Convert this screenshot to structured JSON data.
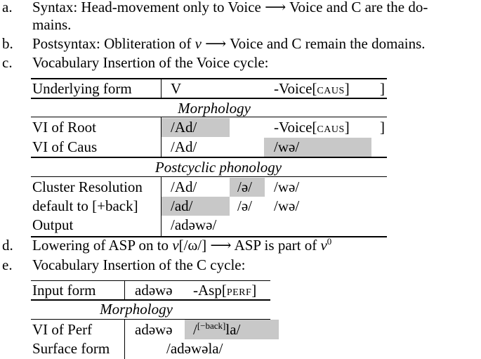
{
  "items": {
    "a": {
      "marker": "a.",
      "text1": "Syntax: Head-movement only to Voice ⟶ Voice and C are the do-",
      "text2": "mains."
    },
    "b": {
      "marker": "b.",
      "pre": "Postsyntax: Obliteration of ",
      "var": "v",
      "post": " ⟶ Voice and C remain the domains."
    },
    "c": {
      "marker": "c.",
      "text": "Vocabulary Insertion of the Voice cycle:"
    },
    "d": {
      "marker": "d.",
      "pre": "Lowering of ASP on to ",
      "var": "v",
      "mid": "[/ω/] ⟶ ASP is part of ",
      "var2": "v",
      "sup": "0"
    },
    "e": {
      "marker": "e.",
      "text": "Vocabulary Insertion of the C cycle:"
    }
  },
  "table1": {
    "header": {
      "label": "Underlying form",
      "c1": "V",
      "c3a": "-Voice[",
      "c3b": "CAUS",
      "c3c": "]",
      "c4": "]"
    },
    "section1": "Morphology",
    "vi_root": {
      "label": "VI of Root",
      "c1": "/Ad/",
      "c3a": "-Voice[",
      "c3b": "CAUS",
      "c3c": "]",
      "c4": "]"
    },
    "vi_caus": {
      "label": "VI of Caus",
      "c1": "/Ad/",
      "c3": "/wə/"
    },
    "section2": "Postcyclic phonology",
    "cluster": {
      "label": "Cluster Resolution",
      "c1": "/Ad/",
      "c2": "/ə/",
      "c3": "/wə/"
    },
    "default": {
      "label": "default to [+back]",
      "c1": "/ad/",
      "c2": "/ə/",
      "c3": "/wə/"
    },
    "output": {
      "label": "Output",
      "c1": "/adəwə/"
    }
  },
  "table2": {
    "input": {
      "label": "Input form",
      "c1": "adəwə",
      "c2a": "-Asp[",
      "c2b": "PERF",
      "c2c": "]"
    },
    "section": "Morphology",
    "vi_perf": {
      "label": "VI of Perf",
      "c1": "adəwə",
      "c2pre": "/",
      "c2sup": "[−back]",
      "c2post": "la/"
    },
    "surface": {
      "label": "Surface form",
      "c1": "/adəwəla/"
    }
  }
}
